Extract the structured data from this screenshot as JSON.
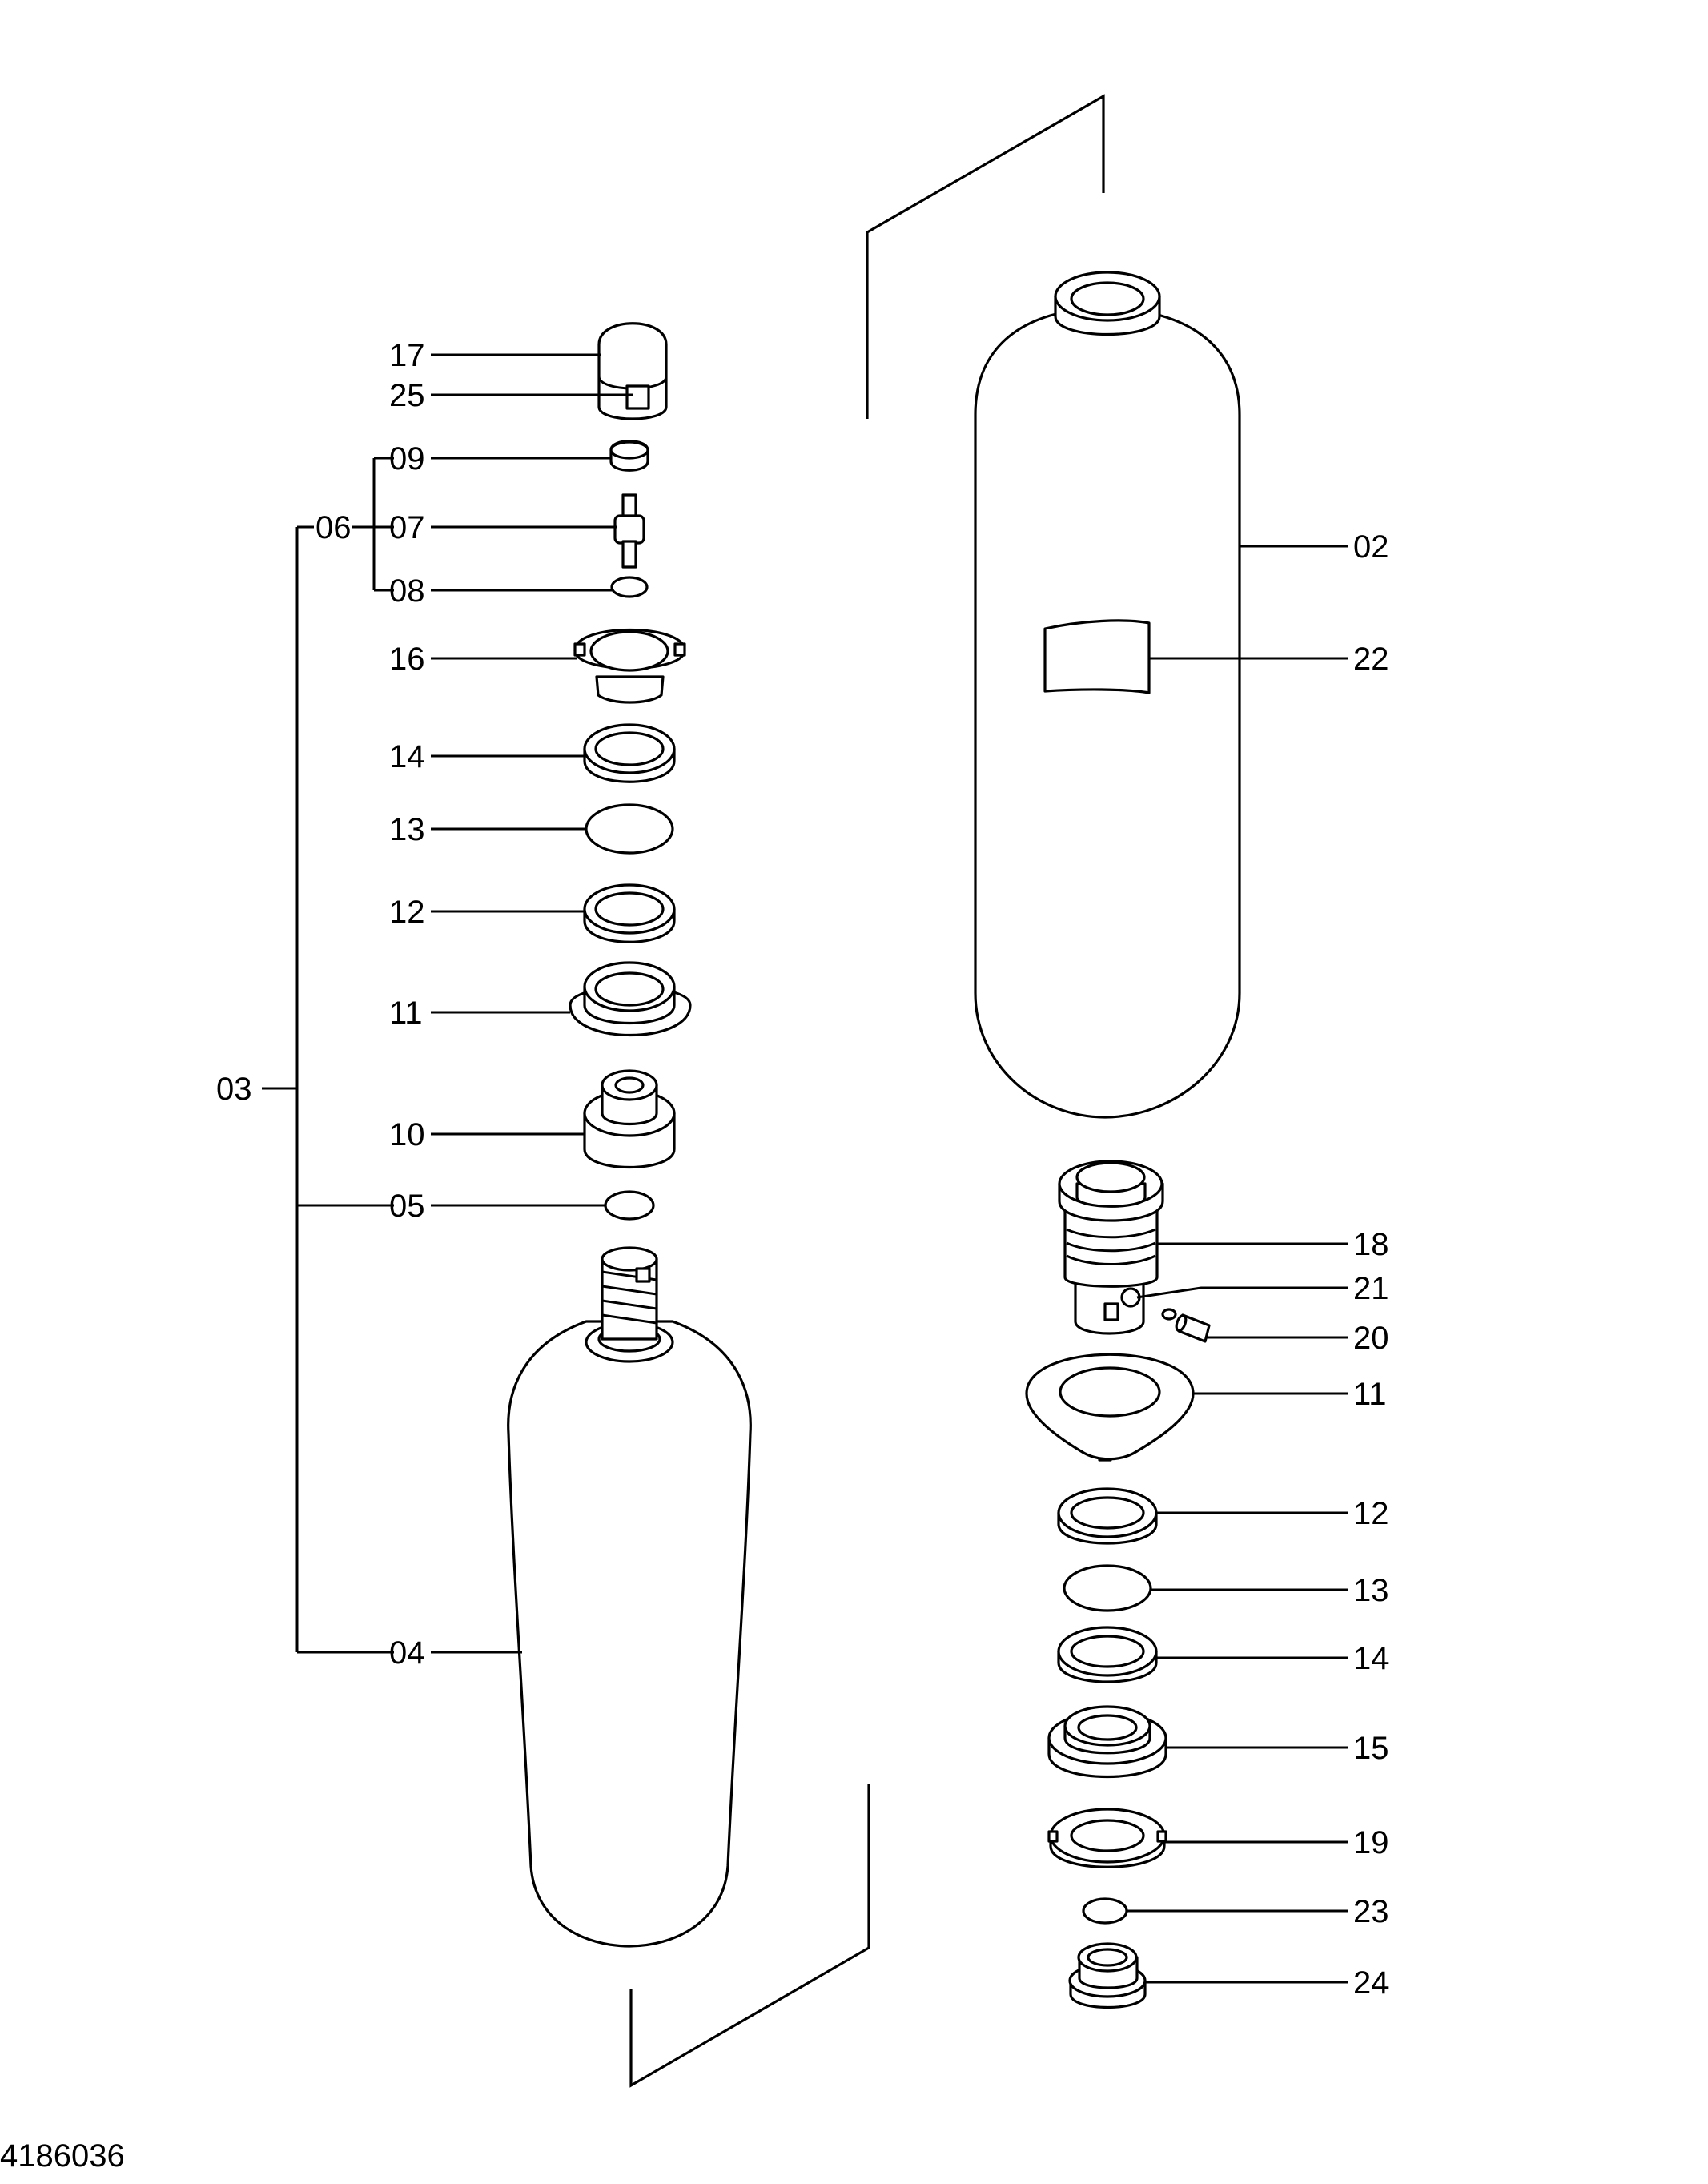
{
  "figure_number": "4186036",
  "callouts": {
    "c17": "17",
    "c25": "25",
    "c09": "09",
    "c06": "06",
    "c07": "07",
    "c08": "08",
    "c16": "16",
    "c14": "14",
    "c13": "13",
    "c12": "12",
    "c11": "11",
    "c03": "03",
    "c10": "10",
    "c05": "05",
    "c04": "04",
    "r02": "02",
    "r22": "22",
    "r18": "18",
    "r21": "21",
    "r20": "20",
    "r11": "11",
    "r12": "12",
    "r13": "13",
    "r14": "14",
    "r15": "15",
    "r19": "19",
    "r23": "23",
    "r24": "24"
  }
}
